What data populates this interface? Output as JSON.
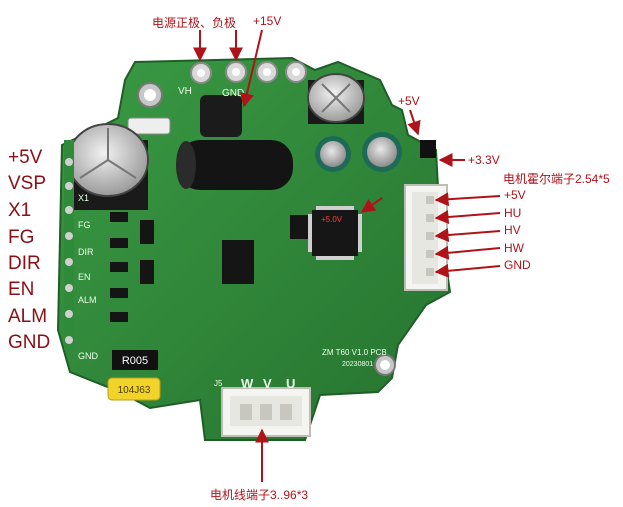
{
  "annotations": {
    "power_header": "电源正极、负极",
    "plus15v": "+15V",
    "plus5v_top": "+5V",
    "plus3v3": "+3.3V",
    "hall_connector": "电机霍尔端子2.54*5",
    "motor_connector": "电机线端子3..96*3",
    "mcu_mark": "+5.0V"
  },
  "hall_pins": [
    "+5V",
    "HU",
    "HV",
    "HW",
    "GND"
  ],
  "control_pins": [
    "+5V",
    "VSP",
    "X1",
    "FG",
    "DIR",
    "EN",
    "ALM",
    "GND"
  ],
  "pcb": {
    "silk_vh": "VH",
    "silk_gnd": "GND",
    "board_name": "ZM  T60 V1.0 PCB",
    "board_date": "20230801",
    "resistor_marking": "R005",
    "capacitor_marking": "104J63",
    "motor_phase_labels": [
      "W",
      "V",
      "U"
    ],
    "j5": "J5",
    "side_silk": [
      "X1",
      "FG",
      "DIR",
      "EN",
      "ALM",
      "GND"
    ]
  },
  "colors": {
    "annotation_red": "#b0121a",
    "pin_label_red": "#8b0e14",
    "pcb_green": "#2f8a3a"
  }
}
